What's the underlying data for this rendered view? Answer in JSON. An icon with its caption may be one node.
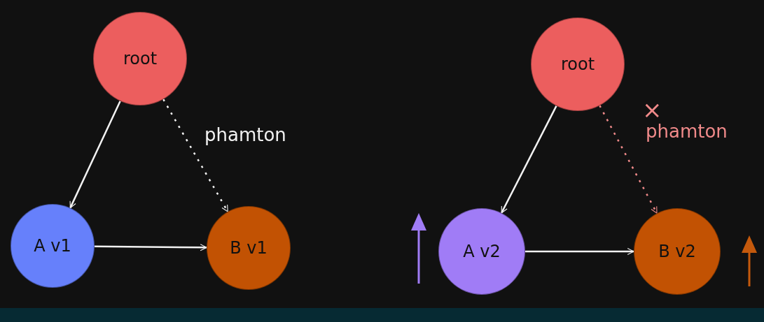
{
  "diagram": {
    "nodes": [
      {
        "text": [
          "root"
        ]
      },
      {
        "text": [
          "A v1"
        ]
      },
      {
        "text": [
          "B v1"
        ]
      },
      {
        "text": [
          "root"
        ]
      },
      {
        "text": [
          "A v2"
        ]
      },
      {
        "text": [
          "B v2"
        ]
      }
    ],
    "edges": [
      {
        "from": 0,
        "to": 1,
        "arrow": "to"
      },
      {
        "from": 0,
        "to": 2,
        "arrow": "to",
        "label": "phamton",
        "style": "dashed"
      },
      {
        "from": 1,
        "to": 2,
        "arrow": "to"
      },
      {
        "from": 3,
        "to": 4,
        "arrow": "to"
      },
      {
        "from": 3,
        "to": 5,
        "arrow": "to",
        "label": "phamton",
        "style": "dashed",
        "color": "#f08a8a"
      },
      {
        "from": 4,
        "to": 5,
        "arrow": "to"
      }
    ],
    "labels": [
      "×"
    ]
  }
}
